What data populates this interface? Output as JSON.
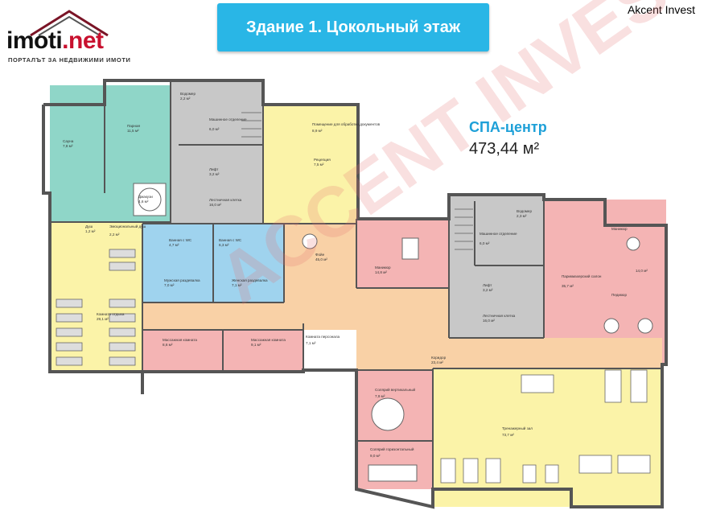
{
  "header": {
    "logo_text": "imoti",
    "logo_suffix": ".net",
    "logo_tagline": "ПОРТАЛЪТ ЗА НЕДВИЖИМИ ИМОТИ",
    "title": "Здание 1. Цокольный этаж",
    "brand": "Akcent Invest"
  },
  "spa": {
    "label": "СПА-центр",
    "area": "473,44 м²"
  },
  "watermark": "ACCENT INVEST",
  "colors": {
    "banner": "#29b6e6",
    "teal": "#8fd6c8",
    "gray": "#c8c8c8",
    "yellow": "#fbf3a8",
    "blue": "#9fd3ee",
    "pink": "#f4b4b4",
    "orange": "#f9d1a6",
    "wall": "#555555"
  },
  "rooms": [
    {
      "name": "Сауна",
      "area": "7,8 м²"
    },
    {
      "name": "Парная",
      "area": "11,5 м²"
    },
    {
      "name": "Джакузи",
      "area": "4,6 м²"
    },
    {
      "name": "Душ",
      "area": "1,2 м²"
    },
    {
      "name": "Эмоциональный душ",
      "area": "2,2 м²"
    },
    {
      "name": "Водомер",
      "area": "2,2 м²"
    },
    {
      "name": "Машинное отделение",
      "area": "6,0 м²"
    },
    {
      "name": "Лифт",
      "area": "3,2 м²"
    },
    {
      "name": "Лестничная клетка",
      "area": "16,0 м²"
    },
    {
      "name": "Помещение для обработки документов",
      "area": "8,9 м²"
    },
    {
      "name": "Рецепция",
      "area": "7,5 м²"
    },
    {
      "name": "Ванная с WC",
      "area": "4,7 м²"
    },
    {
      "name": "Ванная с WC",
      "area": "6,3 м²"
    },
    {
      "name": "Мужская раздевалка",
      "area": "7,0 м²"
    },
    {
      "name": "Женская раздевалка",
      "area": "7,1 м²"
    },
    {
      "name": "Фойе",
      "area": "45,0 м²"
    },
    {
      "name": "Комната отдыха",
      "area": "29,1 м²"
    },
    {
      "name": "Массажная комната",
      "area": "8,6 м²"
    },
    {
      "name": "Массажная комната",
      "area": "9,1 м²"
    },
    {
      "name": "Комната персонала",
      "area": "7,1 м²"
    },
    {
      "name": "Маникюр",
      "area": "14,8 м²"
    },
    {
      "name": "Коридор",
      "area": "23,4 м²"
    },
    {
      "name": "Водомер",
      "area": "2,3 м²"
    },
    {
      "name": "Машинное отделение",
      "area": "6,0 м²"
    },
    {
      "name": "Лифт",
      "area": "3,2 м²"
    },
    {
      "name": "Лестничная клетка",
      "area": "16,0 м²"
    },
    {
      "name": "Парикмахерский салон",
      "area": "35,7 м²"
    },
    {
      "name": "Маникюр",
      "area": ""
    },
    {
      "name": "Педикюр",
      "area": "14,0 м²"
    },
    {
      "name": "Солярий вертикальный",
      "area": "7,9 м²"
    },
    {
      "name": "Солярий горизонтальный",
      "area": "9,0 м²"
    },
    {
      "name": "Тренажерный зал",
      "area": "73,7 м²"
    }
  ]
}
